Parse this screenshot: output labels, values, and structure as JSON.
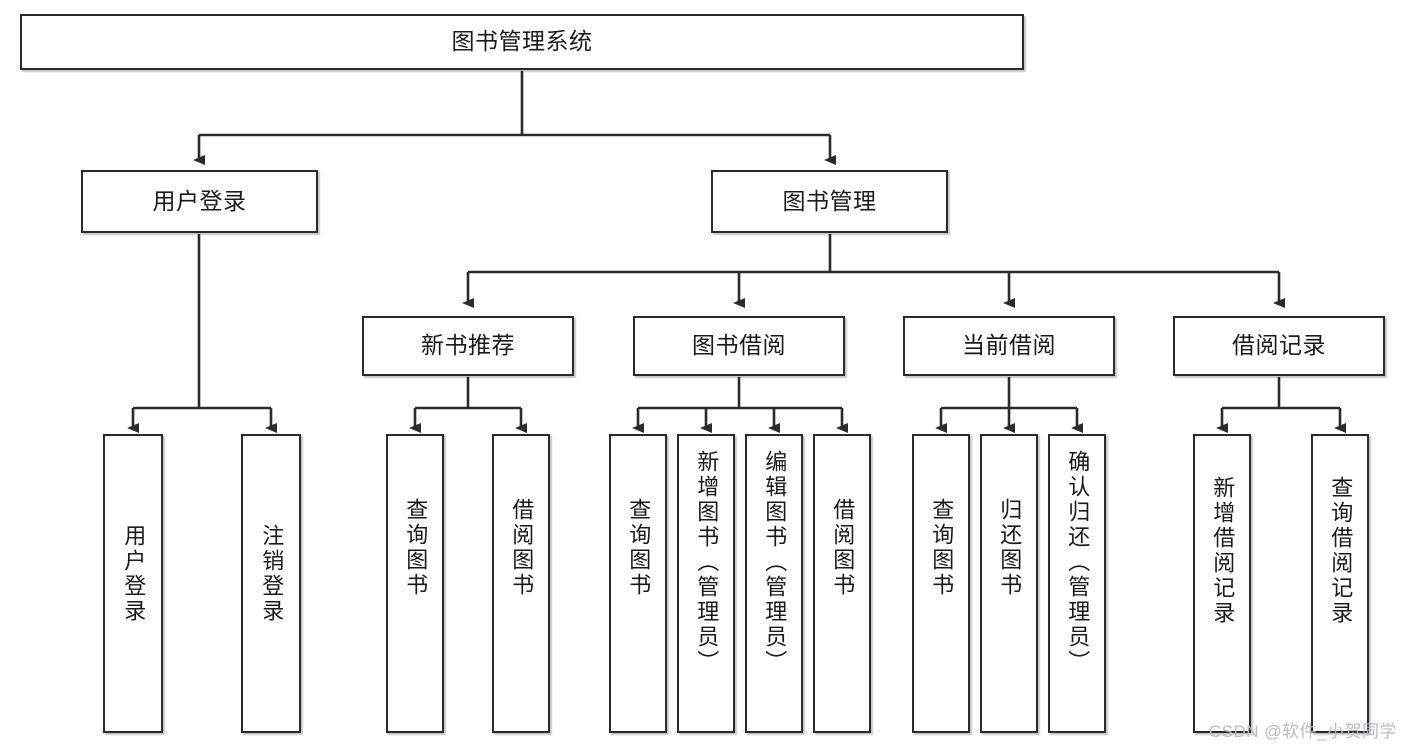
{
  "diagram": {
    "type": "tree-hierarchy",
    "title": "图书管理系统",
    "watermark": "CSDN @软件_小贺同学",
    "colors": {
      "stroke": "#2b2b2b",
      "fill": "#ffffff",
      "text": "#1a1a1a",
      "watermark": "#b9bcc0"
    },
    "nodes": {
      "root": "图书管理系统",
      "level2": [
        "用户登录",
        "图书管理"
      ],
      "level3": [
        "新书推荐",
        "图书借阅",
        "当前借阅",
        "借阅记录"
      ],
      "leaves_user_login": [
        "用户登录",
        "注销登录"
      ],
      "leaves_new_book": [
        "查询图书",
        "借阅图书"
      ],
      "leaves_borrow": [
        "查询图书",
        "新增图书（管理员）",
        "编辑图书（管理员）",
        "借阅图书"
      ],
      "leaves_current": [
        "查询图书",
        "归还图书",
        "确认归还（管理员）"
      ],
      "leaves_records": [
        "新增借阅记录",
        "查询借阅记录"
      ]
    }
  }
}
